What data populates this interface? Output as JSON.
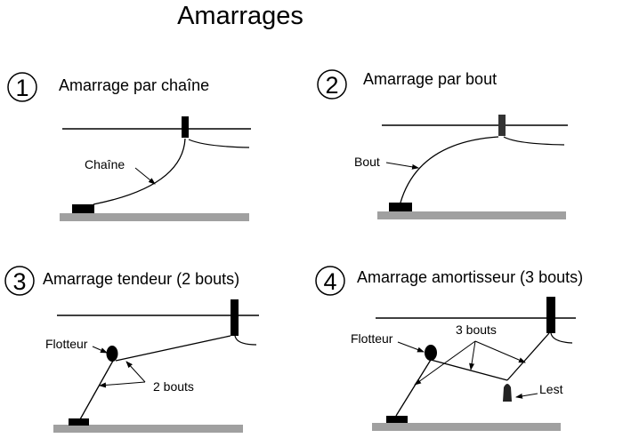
{
  "title": "Amarrages",
  "colors": {
    "ink": "#000000",
    "seabed": "#a0a0a0",
    "background": "#ffffff"
  },
  "panels": [
    {
      "number": "1",
      "heading": "Amarrage par chaîne",
      "labels": {
        "line": "Chaîne"
      }
    },
    {
      "number": "2",
      "heading": "Amarrage par bout",
      "labels": {
        "line": "Bout"
      }
    },
    {
      "number": "3",
      "heading": "Amarrage tendeur (2 bouts)",
      "labels": {
        "float": "Flotteur",
        "lines": "2 bouts"
      }
    },
    {
      "number": "4",
      "heading": "Amarrage amortisseur (3 bouts)",
      "labels": {
        "float": "Flotteur",
        "lines": "3  bouts",
        "weight": "Lest"
      }
    }
  ]
}
